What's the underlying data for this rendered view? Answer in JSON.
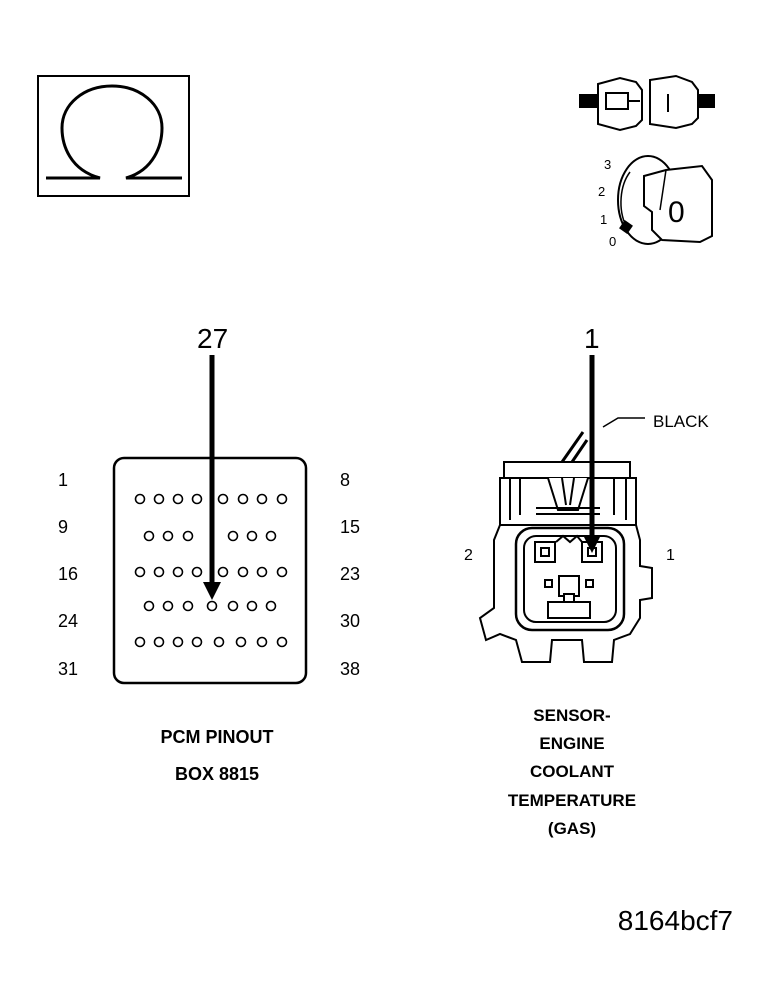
{
  "ohm_symbol": "Ω",
  "ignition_switch": {
    "positions": [
      "3",
      "2",
      "1",
      "0"
    ],
    "key_position": "0"
  },
  "pcm": {
    "pin_callout": "27",
    "row_labels_left": [
      "1",
      "9",
      "16",
      "24",
      "31"
    ],
    "row_labels_right": [
      "8",
      "15",
      "23",
      "30",
      "38"
    ],
    "caption_line1": "PCM PINOUT",
    "caption_line2": "BOX 8815"
  },
  "sensor": {
    "pin_callout": "1",
    "wire_color": "BLACK",
    "pin_left": "2",
    "pin_right": "1",
    "caption": [
      "SENSOR-",
      "ENGINE",
      "COOLANT",
      "TEMPERATURE",
      "(GAS)"
    ]
  },
  "figure_id": "8164bcf7"
}
